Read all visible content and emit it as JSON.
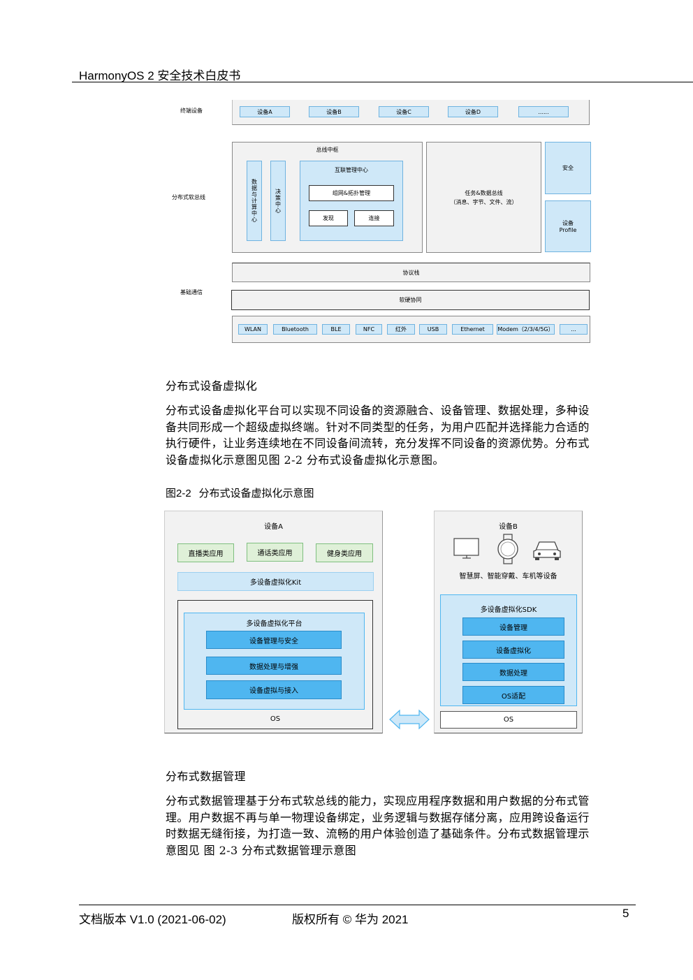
{
  "header": {
    "title": "HarmonyOS 2 安全技术白皮书"
  },
  "figure1": {
    "row_labels": {
      "terminal": "终端设备",
      "softbus": "分布式软总线",
      "comm": "基础通信"
    },
    "devices": [
      "设备A",
      "设备B",
      "设备C",
      "设备D",
      "......"
    ],
    "bus_hub": "总线中枢",
    "data_compute": "数据与计算中心",
    "decision": "决策中心",
    "interconnect": "互联管理中心",
    "networking": "组网&拓扑管理",
    "discover": "发现",
    "connect": "连接",
    "task_bus": "任务&数据总线",
    "task_bus_sub": "（消息、字节、文件、流）",
    "security": "安全",
    "device_profile": "设备\nProfile",
    "protocol_stack": "协议栈",
    "hw_coord": "软硬协同",
    "links": [
      "WLAN",
      "Bluetooth",
      "BLE",
      "NFC",
      "红外",
      "USB",
      "Ethernet",
      "Modem（2/3/4/5G）",
      "..."
    ]
  },
  "section1": {
    "heading": "分布式设备虚拟化",
    "lines": [
      "分布式设备虚拟化平台可以实现不同设备的资源融合、设备管理、数据处理，多种设",
      "备共同形成一个超级虚拟终端。针对不同类型的任务，为用户匹配并选择能力合适的",
      "执行硬件，让业务连续地在不同设备间流转，充分发挥不同设备的资源优势。分布式",
      "设备虚拟化示意图见图 2-2 分布式设备虚拟化示意图。"
    ]
  },
  "figure2": {
    "caption_num": "图2-2",
    "caption_text": "分布式设备虚拟化示意图",
    "deviceA": {
      "title": "设备A",
      "apps": [
        "直播类应用",
        "通话类应用",
        "健身类应用"
      ],
      "kit": "多设备虚拟化Kit",
      "platform": "多设备虚拟化平台",
      "modules": [
        "设备管理与安全",
        "数据处理与增强",
        "设备虚拟与接入"
      ],
      "os": "OS"
    },
    "deviceB": {
      "title": "设备B",
      "devices_caption": "智慧屏、智能穿戴、车机等设备",
      "sdk": "多设备虚拟化SDK",
      "modules": [
        "设备管理",
        "设备虚拟化",
        "数据处理",
        "OS适配"
      ],
      "os": "OS"
    }
  },
  "section2": {
    "heading": "分布式数据管理",
    "lines": [
      "分布式数据管理基于分布式软总线的能力，实现应用程序数据和用户数据的分布式管",
      "理。用户数据不再与单一物理设备绑定，业务逻辑与数据存储分离，应用跨设备运行",
      "时数据无缝衔接，为打造一致、流畅的用户体验创造了基础条件。分布式数据管理示",
      "意图见 图 2-3 分布式数据管理示意图"
    ]
  },
  "footer": {
    "version": "文档版本 V1.0 (2021-06-02)",
    "copyright": "版权所有 © 华为  2021",
    "page": "5"
  }
}
